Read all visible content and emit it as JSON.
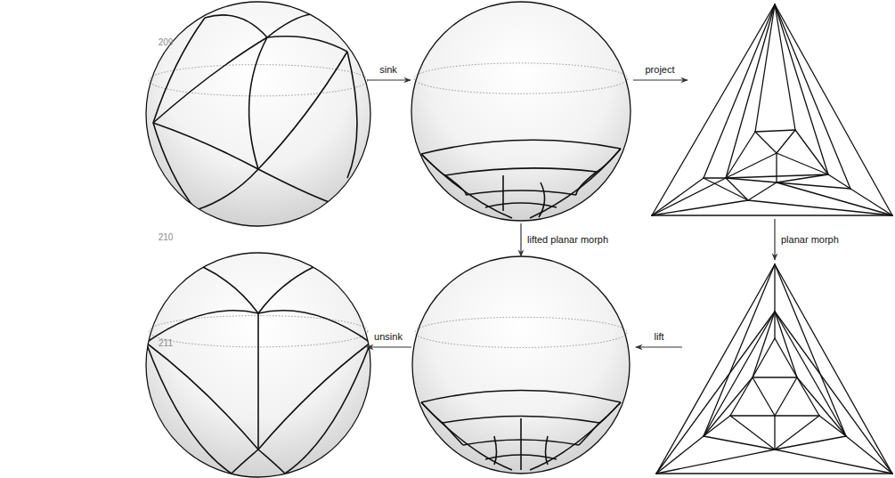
{
  "diagram": {
    "labels": [
      "209",
      "sink",
      "project",
      "210",
      "lifted planar morph",
      "planar morph",
      "211",
      "unsink",
      "lift"
    ]
  }
}
